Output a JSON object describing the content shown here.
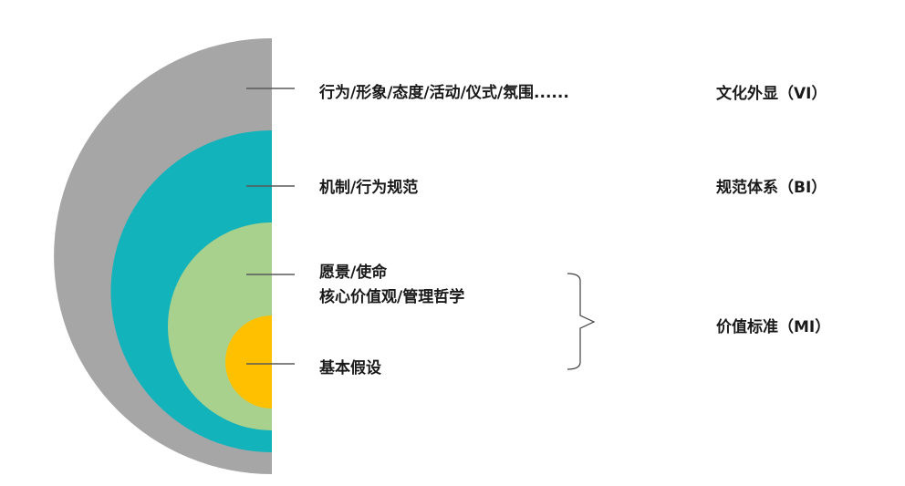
{
  "layers": [
    {
      "color": "#a6a6a6",
      "labels": [
        "行为/形象/态度/活动/仪式/氛围......"
      ]
    },
    {
      "color": "#12b3bb",
      "labels": [
        "机制/行为规范"
      ]
    },
    {
      "color": "#a9d18e",
      "labels": [
        "愿景/使命",
        "核心价值观/管理哲学"
      ]
    },
    {
      "color": "#ffc000",
      "labels": [
        "基本假设"
      ]
    }
  ],
  "categories": [
    "文化外显（VI）",
    "规范体系（BI）",
    "价值标准（MI）"
  ],
  "line_color": "#595959"
}
